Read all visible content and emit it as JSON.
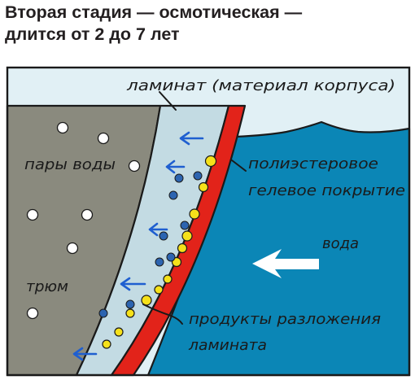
{
  "title": {
    "line1": "Вторая стадия — осмотическая —",
    "line2": "длится от 2 до 7 лет"
  },
  "labels": {
    "laminate": "ламинат (материал корпуса)",
    "gelcoat_line1": "полиэстеровое",
    "gelcoat_line2": "гелевое покрытие",
    "water_vapor": "пары воды",
    "water": "вода",
    "hold": "трюм",
    "products_line1": "продукты разложения",
    "products_line2": "ламината"
  },
  "colors": {
    "sky": "#e1f0f5",
    "water": "#0b86b6",
    "hold": "#8a8a7e",
    "laminate": "#c3dbe3",
    "gelcoat": "#e2231a",
    "outline": "#1a1a1a",
    "arrow_blue": "#1f5fd0",
    "dot_yellow": "#f6e11a",
    "dot_blue": "#2c64b0",
    "bubble": "#ffffff"
  }
}
